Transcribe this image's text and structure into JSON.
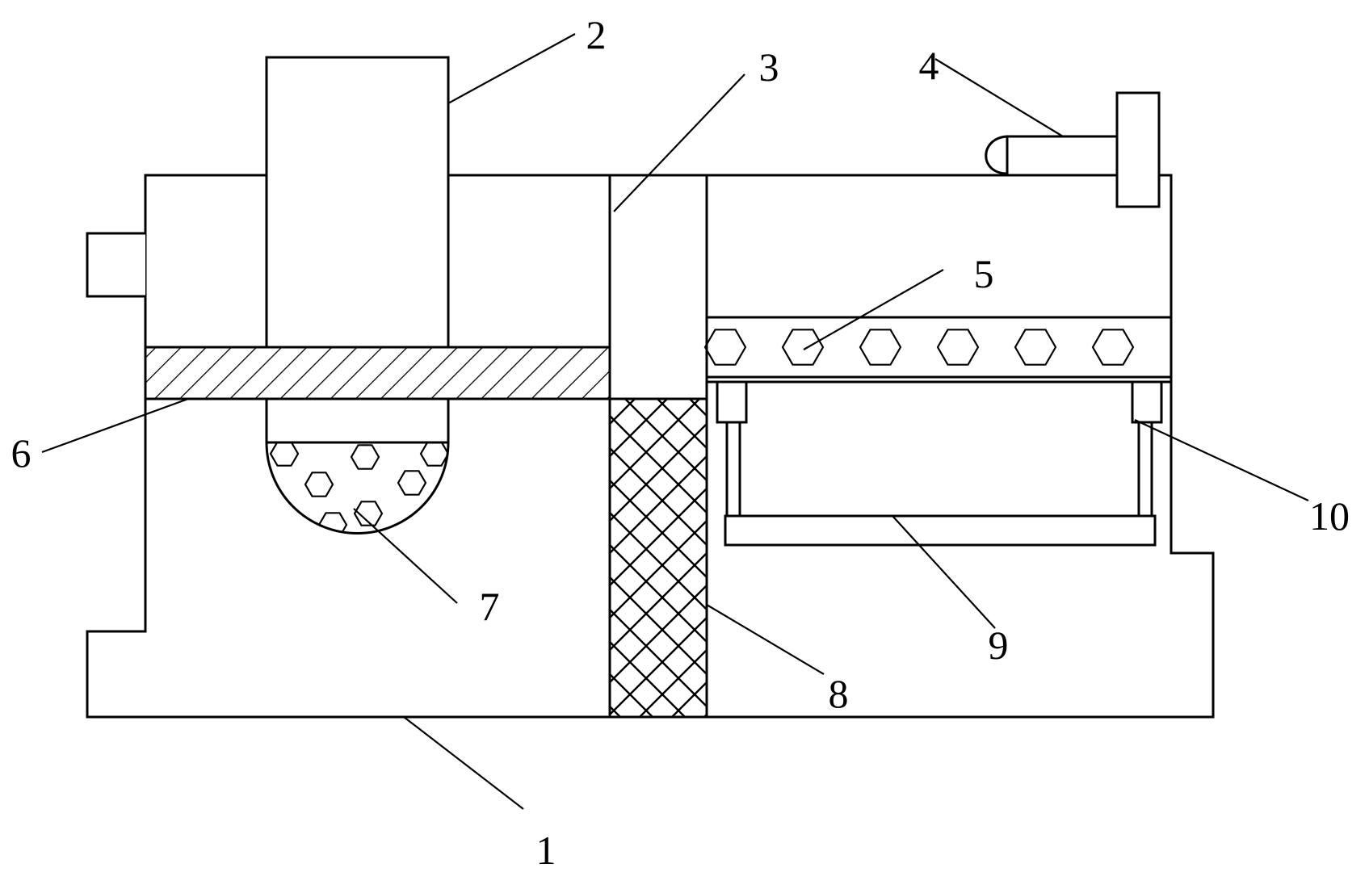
{
  "diagram": {
    "callouts": {
      "c1": "1",
      "c2": "2",
      "c3": "3",
      "c4": "4",
      "c5": "5",
      "c6": "6",
      "c7": "7",
      "c8": "8",
      "c9": "9",
      "c10": "10"
    },
    "colors": {
      "line": "#000000",
      "background": "#ffffff"
    }
  }
}
